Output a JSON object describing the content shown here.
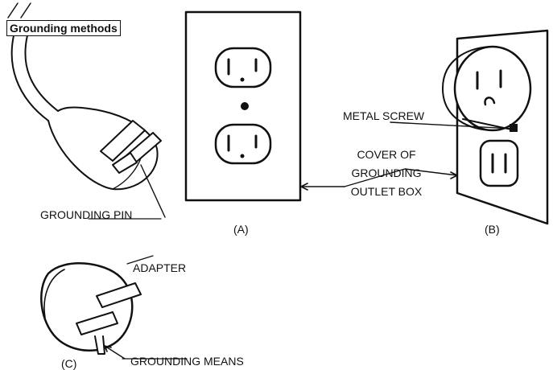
{
  "title": "Grounding methods",
  "labels": {
    "grounding_pin": "GROUNDING PIN",
    "metal_screw": "METAL SCREW",
    "cover_line1": "COVER OF",
    "cover_line2": "GROUNDING",
    "cover_line3": "OUTLET BOX",
    "adapter": "ADAPTER",
    "grounding_means": "GROUNDING MEANS"
  },
  "captions": {
    "a": "(A)",
    "b": "(B)",
    "c": "(C)"
  }
}
